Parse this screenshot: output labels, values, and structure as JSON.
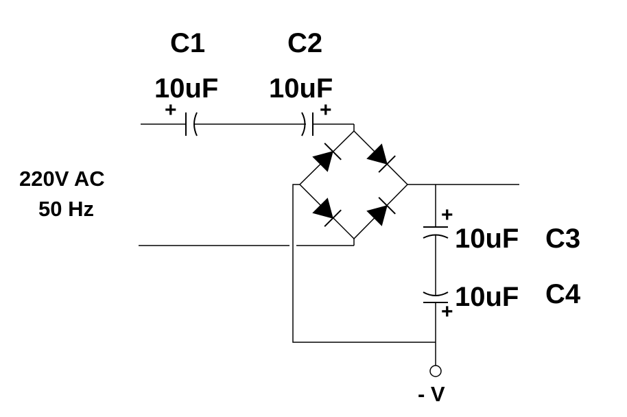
{
  "source": {
    "voltage": "220V AC",
    "frequency": "50 Hz"
  },
  "capacitors": {
    "c1": {
      "name": "C1",
      "value": "10uF",
      "polarity": "+"
    },
    "c2": {
      "name": "C2",
      "value": "10uF",
      "polarity": "+"
    },
    "c3": {
      "name": "C3",
      "value": "10uF",
      "polarity": "+"
    },
    "c4": {
      "name": "C4",
      "value": "10uF",
      "polarity": "+"
    }
  },
  "output": {
    "terminal_label": "- V"
  }
}
